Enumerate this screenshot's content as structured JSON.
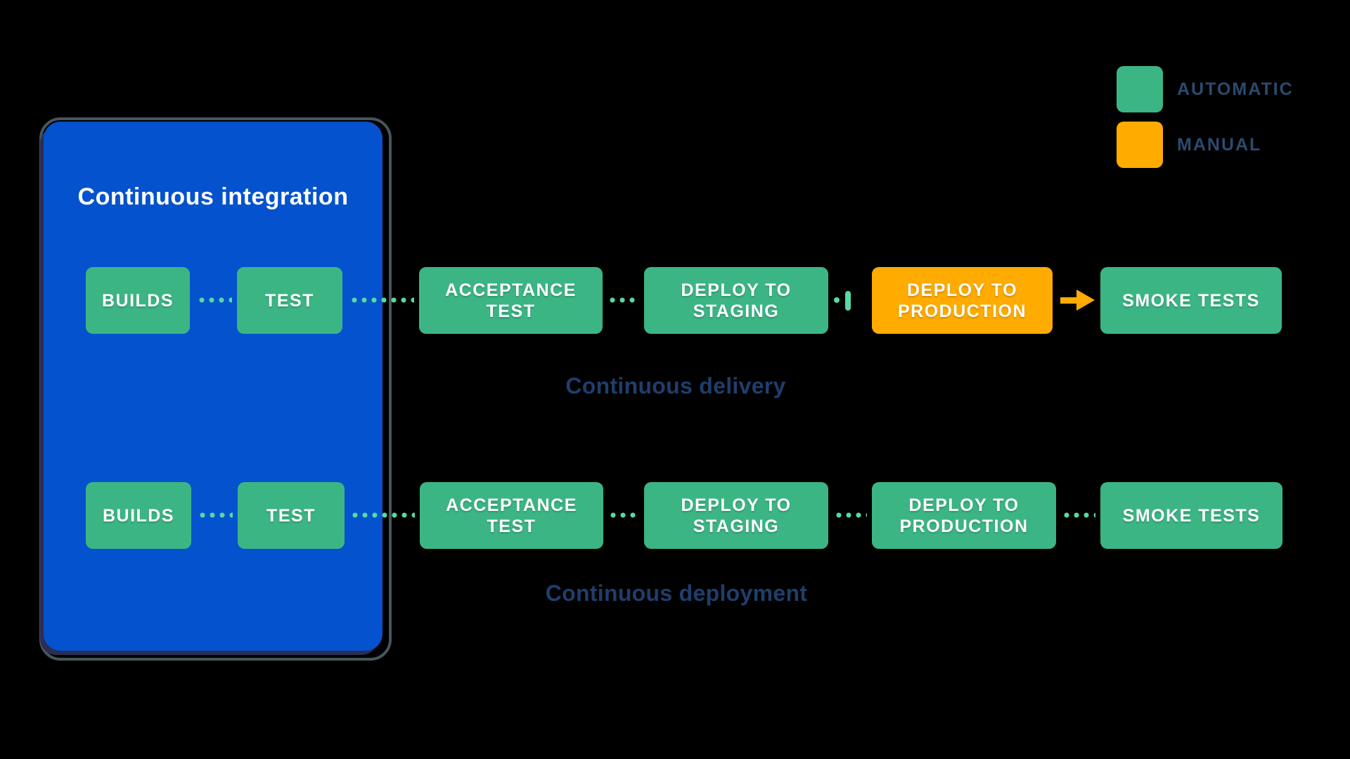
{
  "legend": {
    "automatic": {
      "label": "AUTOMATIC",
      "color": "#3CB585"
    },
    "manual": {
      "label": "MANUAL",
      "color": "#FFAB00"
    }
  },
  "ci_container": {
    "title": "Continuous integration",
    "fill_color": "#0452CD",
    "outline_color": "#46555E"
  },
  "delivery_row": {
    "caption": "Continuous delivery",
    "boxes": [
      {
        "label": "BUILDS",
        "mode": "automatic"
      },
      {
        "label": "TEST",
        "mode": "automatic"
      },
      {
        "label": "ACCEPTANCE\nTEST",
        "mode": "automatic"
      },
      {
        "label": "DEPLOY TO\nSTAGING",
        "mode": "automatic"
      },
      {
        "label": "DEPLOY TO\nPRODUCTION",
        "mode": "manual"
      },
      {
        "label": "SMOKE TESTS",
        "mode": "automatic"
      }
    ]
  },
  "deployment_row": {
    "caption": "Continuous deployment",
    "boxes": [
      {
        "label": "BUILDS",
        "mode": "automatic"
      },
      {
        "label": "TEST",
        "mode": "automatic"
      },
      {
        "label": "ACCEPTANCE\nTEST",
        "mode": "automatic"
      },
      {
        "label": "DEPLOY TO\nSTAGING",
        "mode": "automatic"
      },
      {
        "label": "DEPLOY TO\nPRODUCTION",
        "mode": "automatic"
      },
      {
        "label": "SMOKE TESTS",
        "mode": "automatic"
      }
    ]
  },
  "colors": {
    "background": "#000000",
    "automatic_green": "#3CB585",
    "manual_orange": "#FFAB00",
    "connector_dot_green": "#57D9A3",
    "container_blue": "#0452CD",
    "container_outline": "#46555E",
    "container_shadow_navy": "#2C2C52",
    "navy_text": "#1F3E6C",
    "box_text": "#FFFFFF"
  }
}
